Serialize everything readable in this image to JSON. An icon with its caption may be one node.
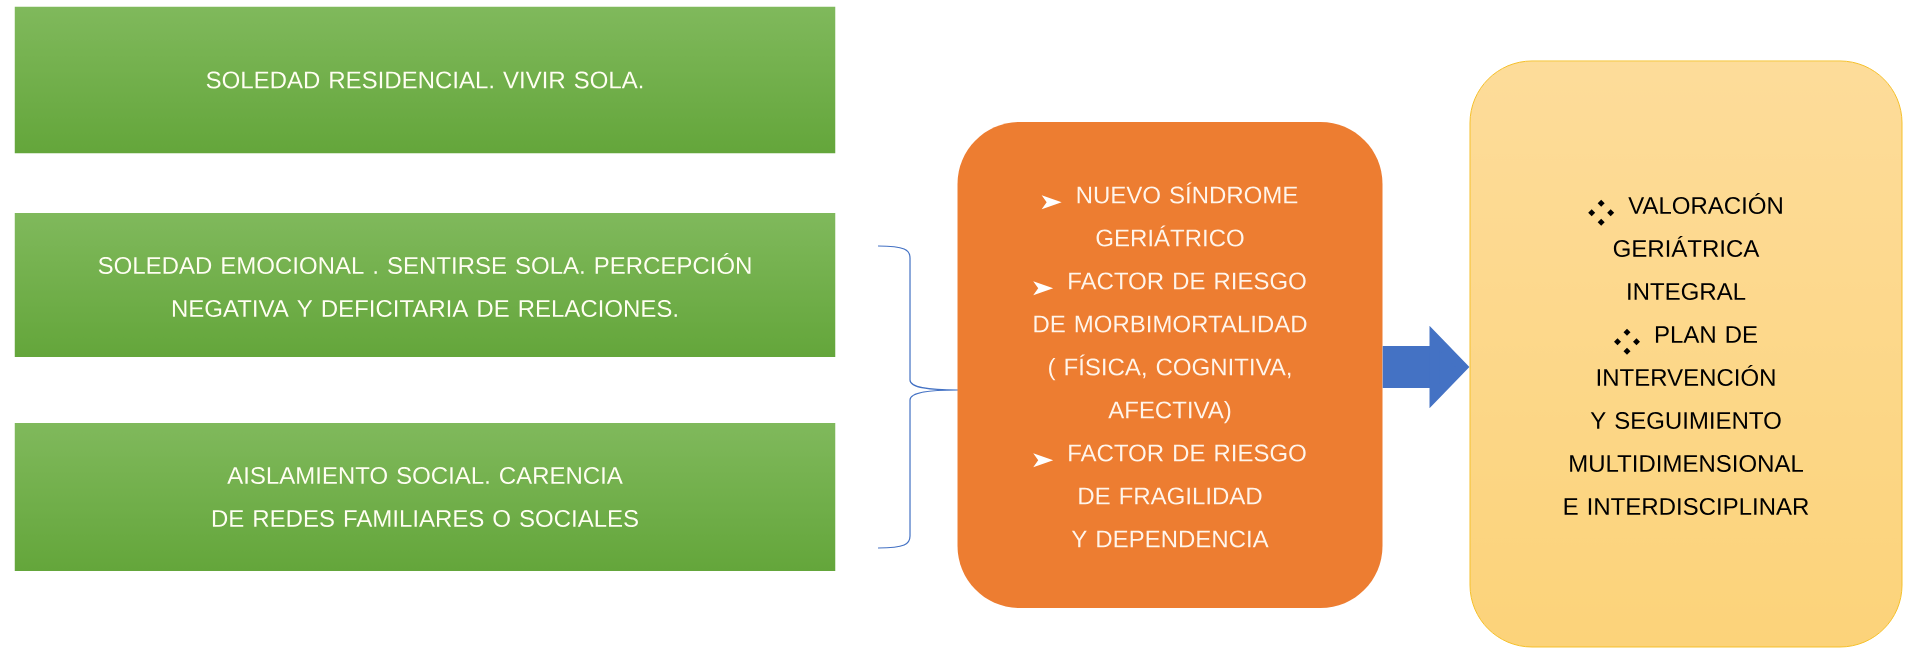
{
  "diagram": {
    "nodes": [
      {
        "text": [
          "SOLEDAD RESIDENCIAL. VIVIR SOLA."
        ]
      },
      {
        "text": [
          "SOLEDAD EMOCIONAL . SENTIRSE SOLA. PERCEPCIÓN NEGATIVA Y DEFICITARIA DE RELACIONES."
        ]
      },
      {
        "text": [
          "AISLAMIENTO SOCIAL. CARENCIA DE REDES FAMILIARES O SOCIALES"
        ]
      },
      {
        "text": [
          "NUEVO SÍNDROME GERIÁTRICO",
          "FACTOR DE RIESGO DE MORBIMORTALIDAD ( FÍSICA, COGNITIVA, AFECTIVA)",
          "FACTOR DE RIESGO DE FRAGILIDAD Y DEPENDENCIA"
        ]
      },
      {
        "text": [
          "VALORACIÓN GERIÁTRICA INTEGRAL",
          "PLAN DE INTERVENCIÓN Y SEGUIMIENTO MULTIDIMENSIONAL E INTERDISCIPLINAR"
        ]
      }
    ],
    "edges": [
      {
        "from": 3,
        "to": 4,
        "arrow": "to"
      }
    ]
  }
}
